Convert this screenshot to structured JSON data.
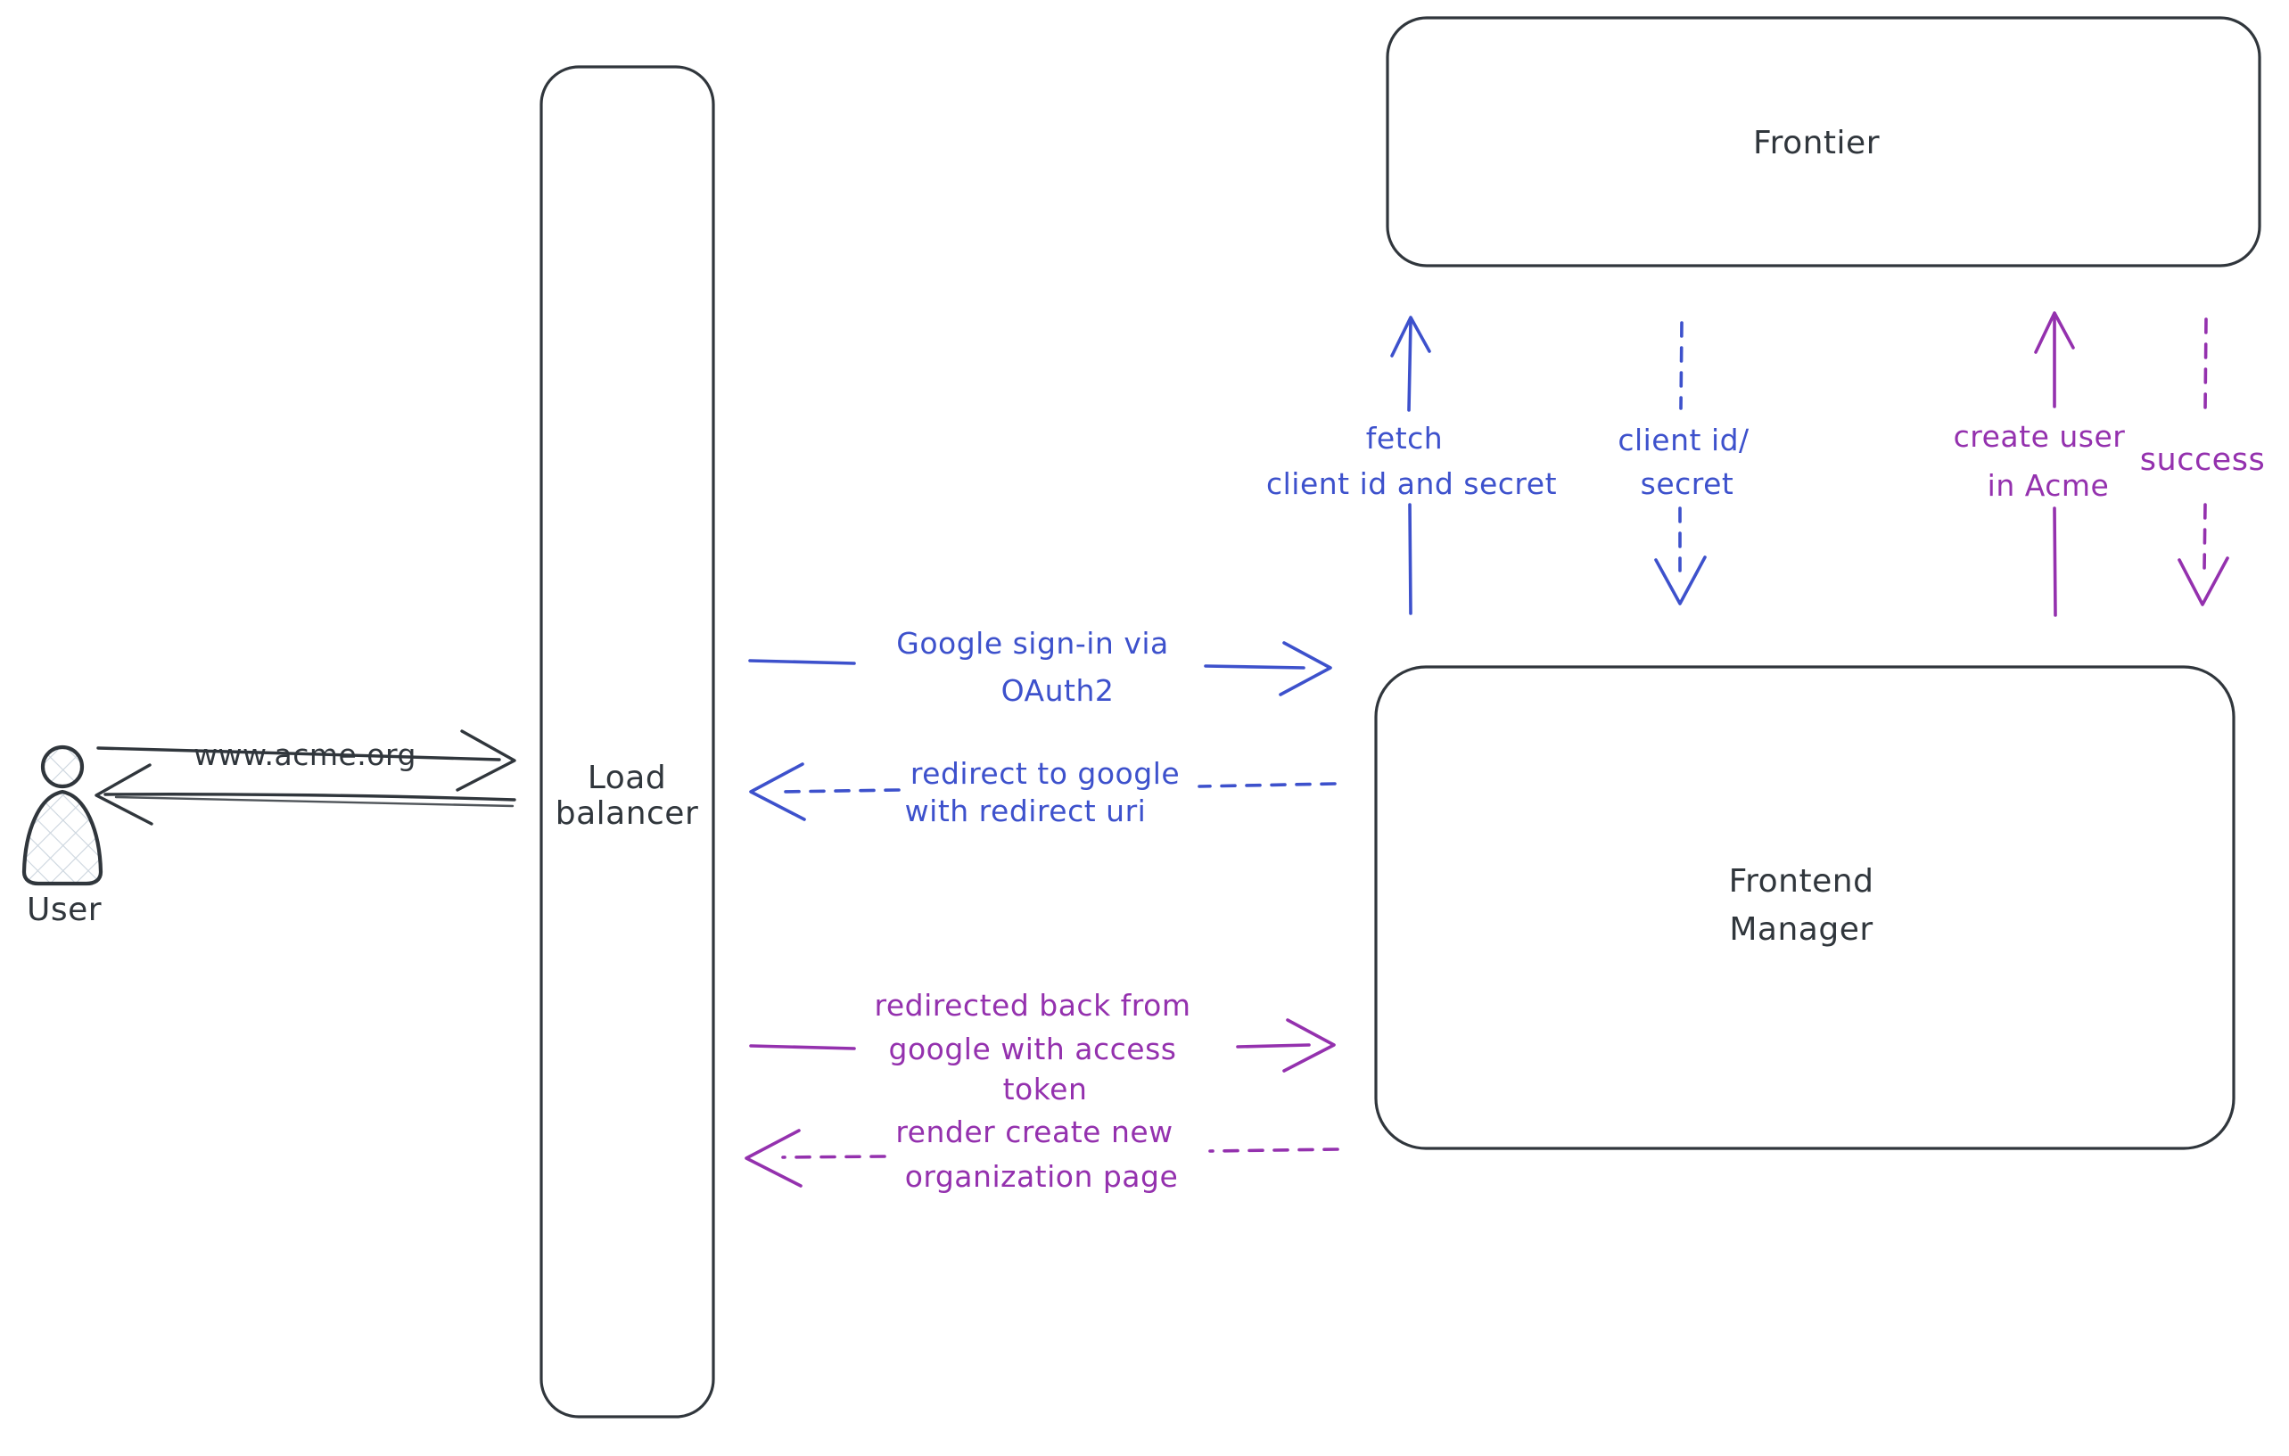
{
  "colors": {
    "ink": "#30363c",
    "blue": "#3d51cc",
    "purple": "#9431ae",
    "hatch": "#ccd5de",
    "bg": "#ffffff"
  },
  "nodes": {
    "user": {
      "label": "User"
    },
    "load_balancer": {
      "line1": "Load",
      "line2": "balancer"
    },
    "frontier": {
      "label": "Frontier"
    },
    "frontend_manager": {
      "line1": "Frontend",
      "line2": "Manager"
    }
  },
  "edges": {
    "acme_request": {
      "label": "www.acme.org",
      "style": "solid",
      "from": "User",
      "to": "Load balancer"
    },
    "acme_response": {
      "style": "solid",
      "from": "Load balancer",
      "to": "User"
    },
    "google_signin": {
      "line1": "Google sign-in via",
      "line2": "OAuth2",
      "style": "solid",
      "from": "Load balancer",
      "to": "Frontend Manager"
    },
    "redirect_google": {
      "line1": "redirect to google",
      "line2": "with redirect uri",
      "style": "dashed",
      "from": "Frontend Manager",
      "to": "Load balancer"
    },
    "fetch_secret": {
      "line1": "fetch",
      "line2": "client id and secret",
      "style": "solid",
      "from": "Frontend Manager",
      "to": "Frontier"
    },
    "client_id_secret": {
      "line1": "client id/",
      "line2": "secret",
      "style": "dashed",
      "from": "Frontier",
      "to": "Frontend Manager"
    },
    "create_user": {
      "line1": "create user",
      "line2": "in Acme",
      "style": "solid",
      "from": "Frontend Manager",
      "to": "Frontier"
    },
    "success": {
      "label": "success",
      "style": "dashed",
      "from": "Frontier",
      "to": "Frontend Manager"
    },
    "redirected_back": {
      "line1": "redirected back from",
      "line2": "google with access",
      "line3": "token",
      "style": "solid",
      "from": "Load balancer",
      "to": "Frontend Manager"
    },
    "render_org_page": {
      "line1": "render create new",
      "line2": "organization page",
      "style": "dashed",
      "from": "Frontend Manager",
      "to": "Load balancer"
    }
  }
}
